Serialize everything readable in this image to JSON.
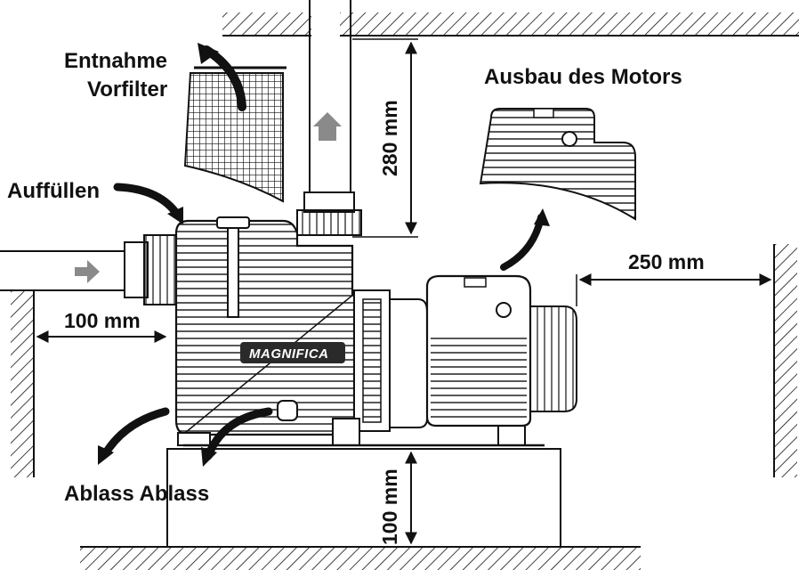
{
  "labels": {
    "entnahme_line1": "Entnahme",
    "entnahme_line2": "Vorfilter",
    "ausbau": "Ausbau des Motors",
    "auffuellen": "Auffüllen",
    "ablass": "Ablass Ablass",
    "brand": "MAGNIFICA"
  },
  "dimensions": {
    "top_clearance": "280 mm",
    "right_clearance": "250 mm",
    "left_clearance": "100 mm",
    "base_height": "100 mm"
  },
  "colors": {
    "ink": "#111111",
    "arrow_grey": "#8a8a8a",
    "brand_badge": "#2a2a2a"
  }
}
